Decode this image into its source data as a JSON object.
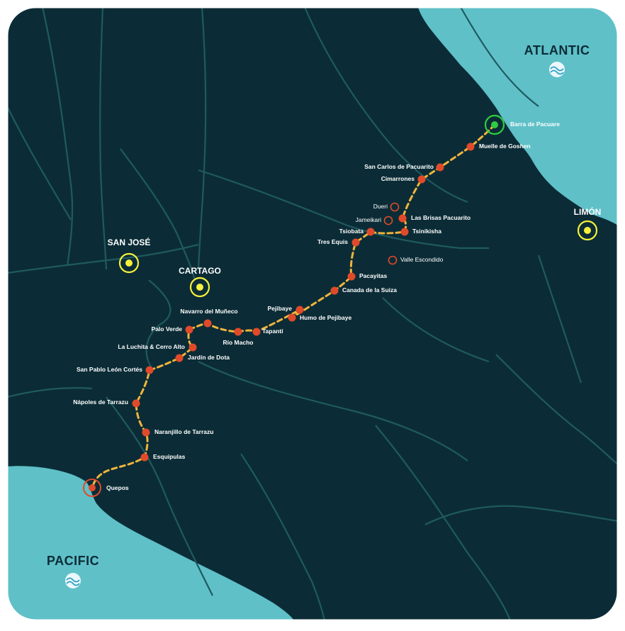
{
  "colors": {
    "land": "#0b2c36",
    "ocean": "#5fc0c8",
    "rivers": "#1f5a5f",
    "route": "#f0b43c",
    "stop": "#e04a2a",
    "start": "#2ecc40",
    "city": "#f5f03c",
    "label_dark": "#0b2c36",
    "label_light": "#ffffff"
  },
  "oceans": {
    "atlantic": "ATLANTIC",
    "pacific": "PACIFIC"
  },
  "cities": [
    {
      "id": "san-jose",
      "name": "SAN JOSÉ"
    },
    {
      "id": "cartago",
      "name": "CARTAGO"
    },
    {
      "id": "limon",
      "name": "LIMÓN"
    }
  ],
  "start": {
    "name": "Barra de Pacuare"
  },
  "end": {
    "name": "Quepos"
  },
  "stops": [
    {
      "name": "Muelle de Goshen"
    },
    {
      "name": "San Carlos de Pacuarito"
    },
    {
      "name": "Cimarrones"
    },
    {
      "name": "Las Brisas Pacuarito"
    },
    {
      "name": "Tsinikisha"
    },
    {
      "name": "Tsiobata"
    },
    {
      "name": "Tres Equis"
    },
    {
      "name": "Pacayitas"
    },
    {
      "name": "Canada de la Suiza"
    },
    {
      "name": "Humo de Pejibaye"
    },
    {
      "name": "Pejibaye"
    },
    {
      "name": "Tapantí"
    },
    {
      "name": "Río Macho"
    },
    {
      "name": "Navarro del Muñeco"
    },
    {
      "name": "Palo Verde"
    },
    {
      "name": "La Luchita & Cerro Alto"
    },
    {
      "name": "Jardín de Dota"
    },
    {
      "name": "San Pablo León Cortés"
    },
    {
      "name": "Nápoles de Tarrazu"
    },
    {
      "name": "Naranjillo de Tarrazu"
    },
    {
      "name": "Esquipulas"
    }
  ],
  "optional_stops": [
    {
      "name": "Dueri"
    },
    {
      "name": "Jameikari"
    },
    {
      "name": "Valle Escondido"
    }
  ]
}
